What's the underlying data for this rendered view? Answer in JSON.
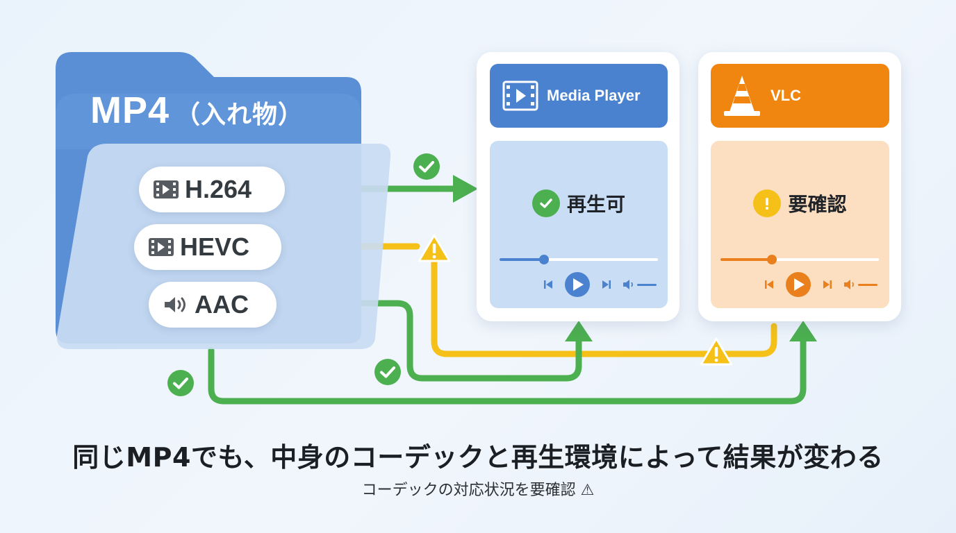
{
  "container": {
    "title": "MP4",
    "subtitle": "（入れ物）",
    "streams": [
      {
        "label": "H.264",
        "icon": "video-film-icon"
      },
      {
        "label": "HEVC",
        "icon": "video-film-icon"
      },
      {
        "label": "AAC",
        "icon": "speaker-icon"
      }
    ]
  },
  "players": [
    {
      "name": "Media Player",
      "icon": "film-strip-icon",
      "status": "再生可",
      "status_icon": "check-icon",
      "color": "#4a82d0"
    },
    {
      "name": "VLC",
      "icon": "traffic-cone-icon",
      "status": "要確認",
      "status_icon": "warning-icon",
      "color": "#f0860f"
    }
  ],
  "connections": [
    {
      "from": "H.264",
      "to": "Media Player",
      "result": "ok",
      "color": "#4caf50"
    },
    {
      "from": "HEVC",
      "to": "Media Player",
      "result": "warning",
      "color": "#f5c118"
    },
    {
      "from": "HEVC",
      "to": "VLC",
      "result": "warning",
      "color": "#f5c118"
    },
    {
      "from": "AAC",
      "to": "Media Player",
      "result": "ok",
      "color": "#4caf50"
    },
    {
      "from": "AAC",
      "to": "VLC",
      "result": "ok",
      "color": "#4caf50"
    }
  ],
  "heading": "同じMP4でも、中身のコーデックと再生環境によって結果が変わる",
  "subheading": "コーデックの対応状況を要確認 ⚠"
}
